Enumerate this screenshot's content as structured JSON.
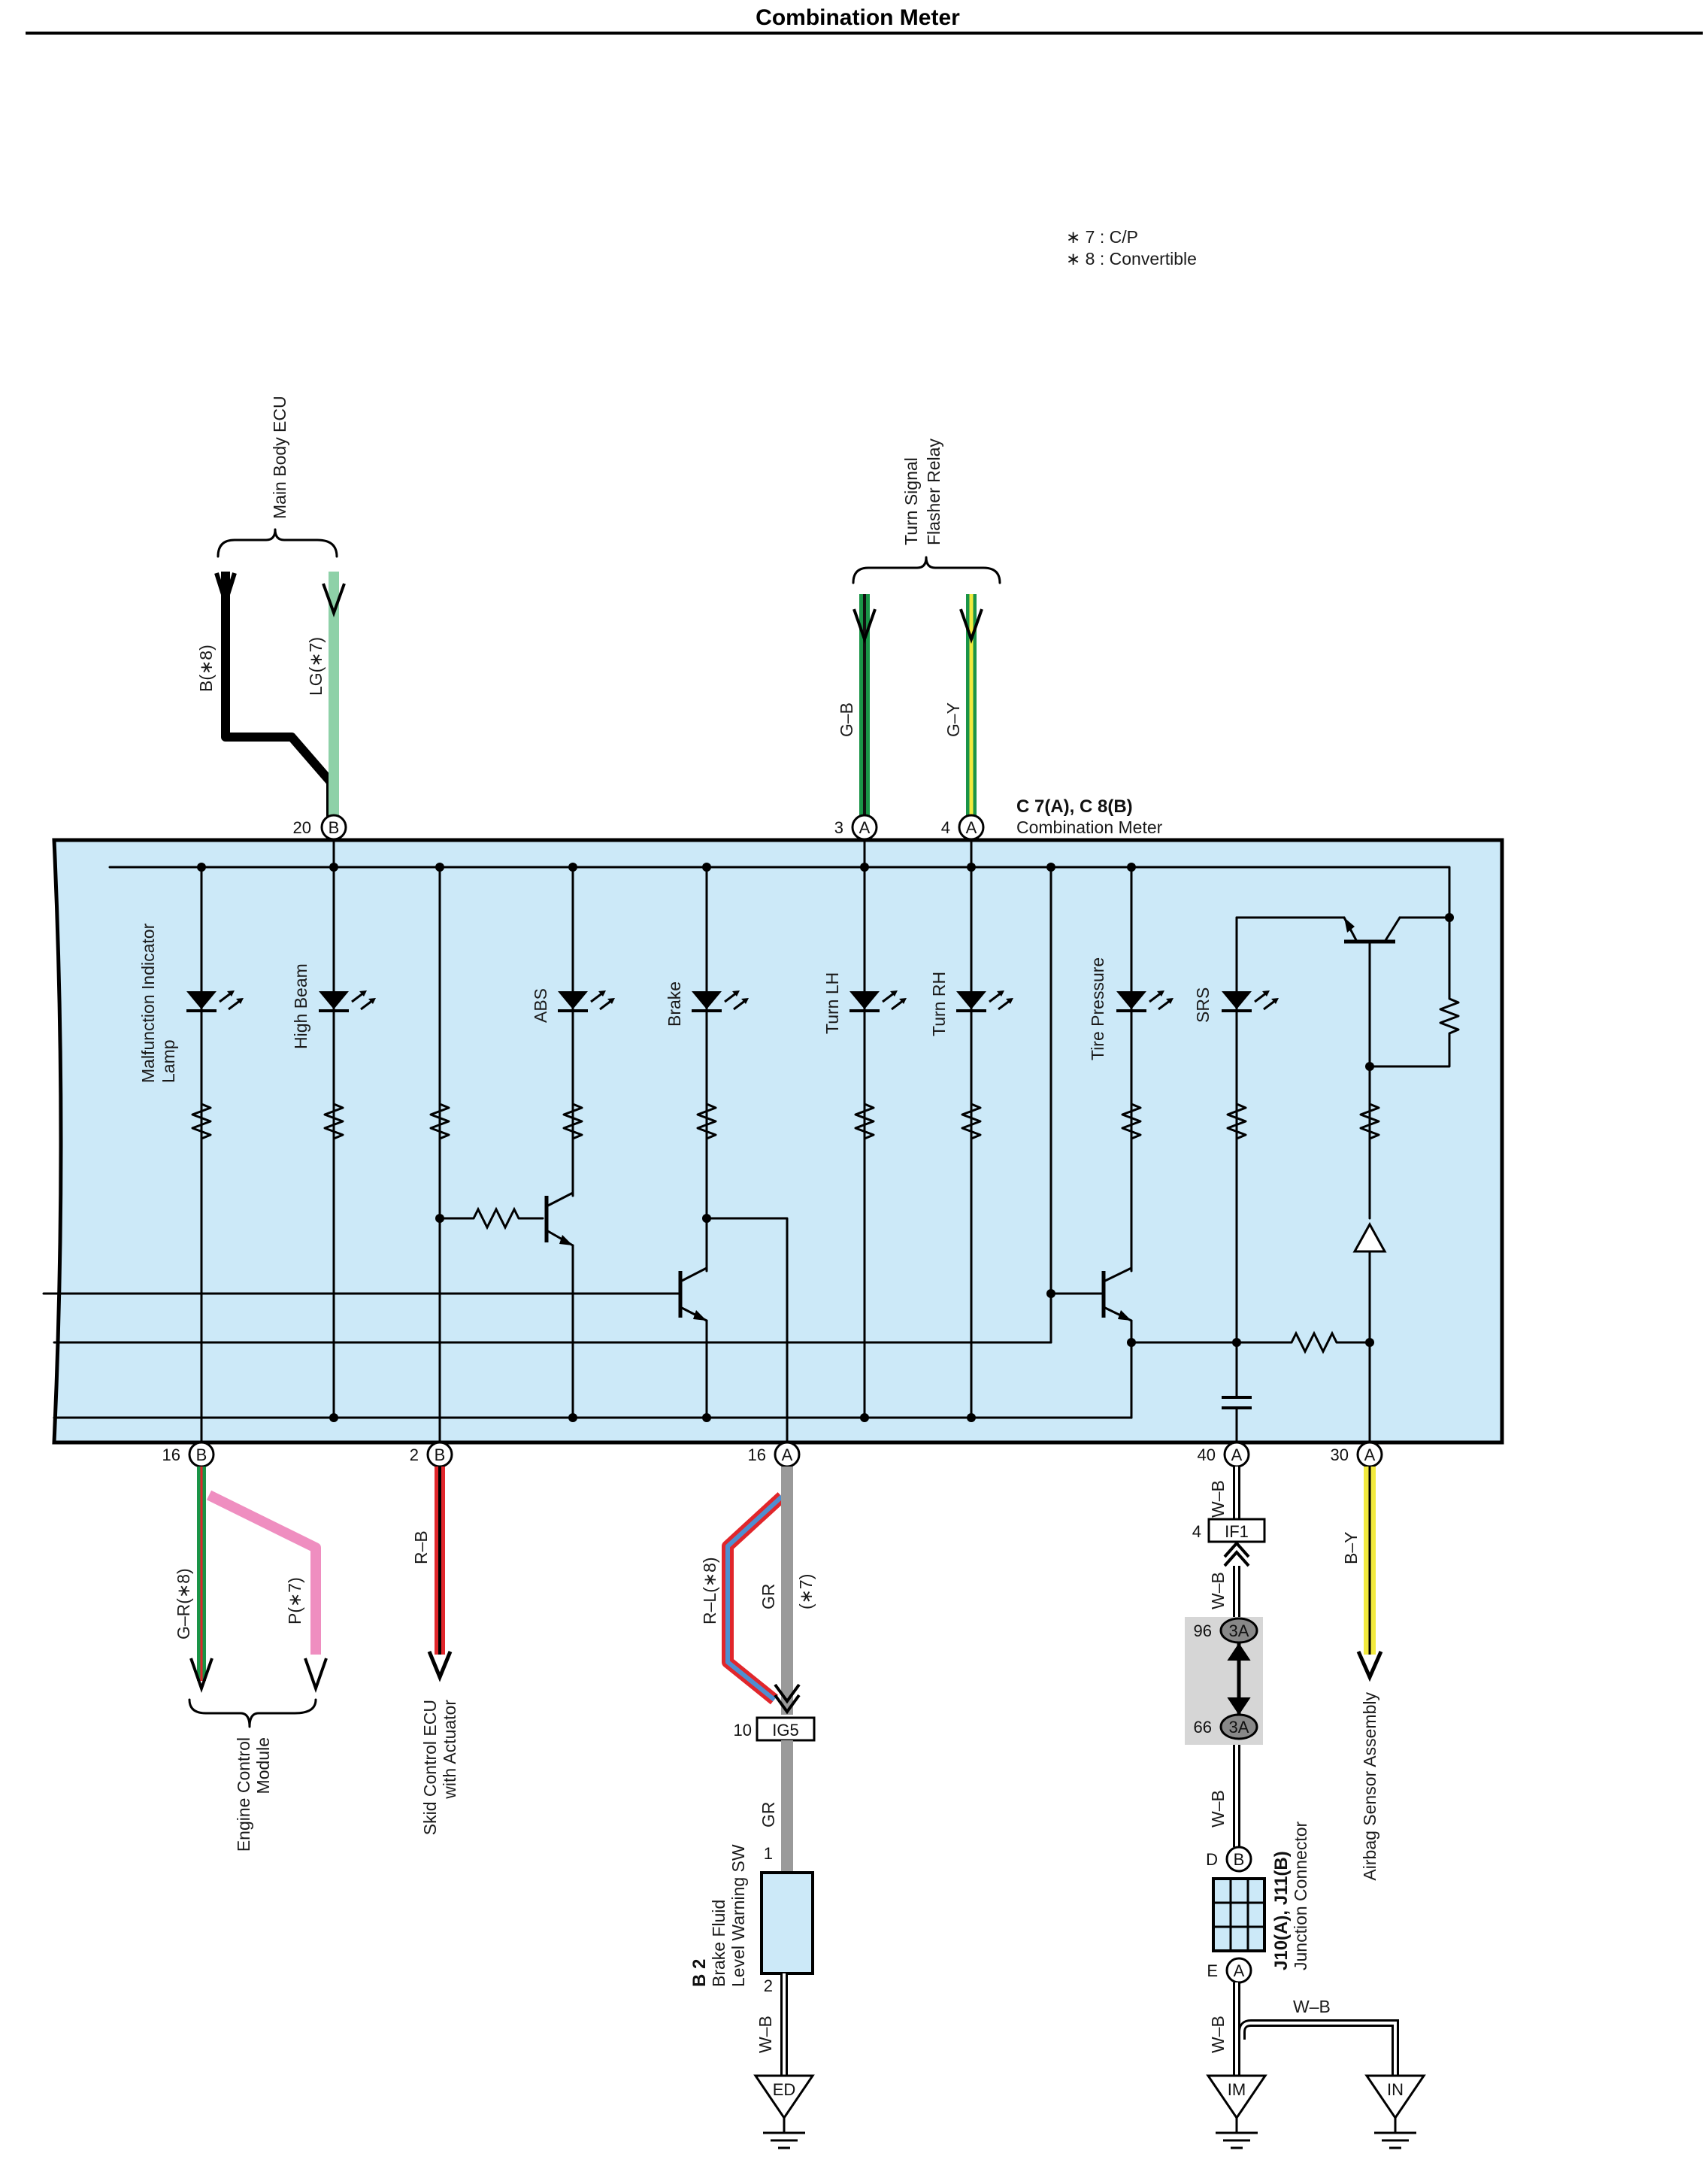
{
  "title": "Combination Meter",
  "notes": [
    "∗ 7 : C/P",
    "∗ 8 : Convertible"
  ],
  "meter_connector": {
    "id": "C 7(A), C 8(B)",
    "name": "Combination Meter"
  },
  "top_groups": {
    "main_body_ecu": "Main Body ECU",
    "turn_signal_line1": "Turn Signal",
    "turn_signal_line2": "Flasher Relay"
  },
  "wires": {
    "b8": "B(∗8)",
    "lg7": "LG(∗7)",
    "gb": "G–B",
    "gy": "G–Y",
    "gr8": "G–R(∗8)",
    "p7": "P(∗7)",
    "rb": "R–B",
    "rl8": "R–L(∗8)",
    "gr": "GR",
    "star7": "(∗7)",
    "wb": "W–B",
    "by": "B–Y"
  },
  "pins": {
    "top_20": "20",
    "top_20_conn": "B",
    "top_3": "3",
    "top_3_conn": "A",
    "top_4": "4",
    "top_4_conn": "A",
    "bot_16b": "16",
    "bot_16b_conn": "B",
    "bot_2": "2",
    "bot_2_conn": "B",
    "bot_16a": "16",
    "bot_16a_conn": "A",
    "bot_40": "40",
    "bot_40_conn": "A",
    "bot_30": "30",
    "bot_30_conn": "A"
  },
  "indicators": {
    "mil_line1": "Malfunction Indicator",
    "mil_line2": "Lamp",
    "high_beam": "High Beam",
    "abs": "ABS",
    "brake": "Brake",
    "turn_lh": "Turn LH",
    "turn_rh": "Turn RH",
    "tire_pressure": "Tire Pressure",
    "srs": "SRS"
  },
  "destinations": {
    "ecm_line1": "Engine Control",
    "ecm_line2": "Module",
    "skid_line1": "Skid Control ECU",
    "skid_line2": "with Actuator",
    "airbag": "Airbag Sensor Assembly"
  },
  "brake_switch": {
    "id": "B 2",
    "line1": "Brake Fluid",
    "line2": "Level Warning SW",
    "pin1": "1",
    "pin2": "2"
  },
  "connectors": {
    "ig5": "IG5",
    "ig5_pin": "10",
    "if1": "IF1",
    "if1_pin": "4",
    "a3_top": "3A",
    "a3_top_pin": "96",
    "a3_bot": "3A",
    "a3_bot_pin": "66",
    "junction_id": "J10(A), J11(B)",
    "junction_name": "Junction Connector",
    "junction_top_pin": "D",
    "junction_top_conn": "B",
    "junction_bot_pin": "E",
    "junction_bot_conn": "A"
  },
  "grounds": {
    "ed": "ED",
    "im": "IM",
    "in": "IN"
  },
  "colors": {
    "meter_fill": "#cce9f8",
    "lg": "#8ed1a8",
    "green": "#1a9447",
    "yellow": "#f2ea3e",
    "pink": "#ef8ec0",
    "red": "#e1262b",
    "blue": "#4e8fd0",
    "gray": "#9a9a9a",
    "connector_fill": "#cce9f8",
    "splice_bg": "#d6d6d6"
  }
}
